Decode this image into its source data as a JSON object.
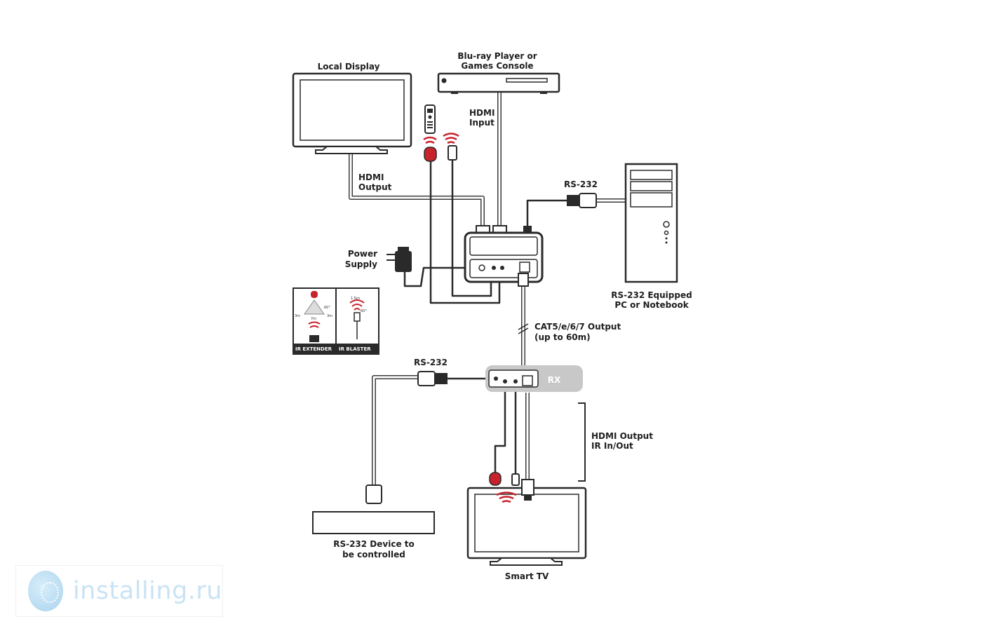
{
  "labels": {
    "local_display": "Local Display",
    "source_line1": "Blu-ray Player or",
    "source_line2": "Games Console",
    "hdmi_input_line1": "HDMI",
    "hdmi_input_line2": "Input",
    "hdmi_output_line1": "HDMI",
    "hdmi_output_line2": "Output",
    "rs232_top": "RS-232",
    "pc_line1": "RS-232 Equipped",
    "pc_line2": "PC or Notebook",
    "power_line1": "Power",
    "power_line2": "Supply",
    "cat_line1": "CAT5/e/6/7 Output",
    "cat_line2": "(up to 60m)",
    "rs232_bottom": "RS-232",
    "rx": "RX",
    "hdmi_ir_line1": "HDMI Output",
    "hdmi_ir_line2": "IR In/Out",
    "rs232_device_line1": "RS-232 Device to",
    "rs232_device_line2": "be controlled",
    "smart_tv": "Smart TV",
    "ir_extender": "IR EXTENDER",
    "ir_blaster": "IR BLASTER"
  },
  "ir_legend": {
    "ext_angle": "60°",
    "ext_side_left": "3m",
    "ext_side_right": "3m",
    "ext_distance": "7m",
    "blaster_distance": "1.5m",
    "blaster_angle": "60°"
  },
  "watermark": {
    "text": "installing.ru"
  },
  "colors": {
    "ir_red": "#c8232c",
    "rx_panel": "#c8c8c8",
    "line": "#2a2a2a"
  }
}
